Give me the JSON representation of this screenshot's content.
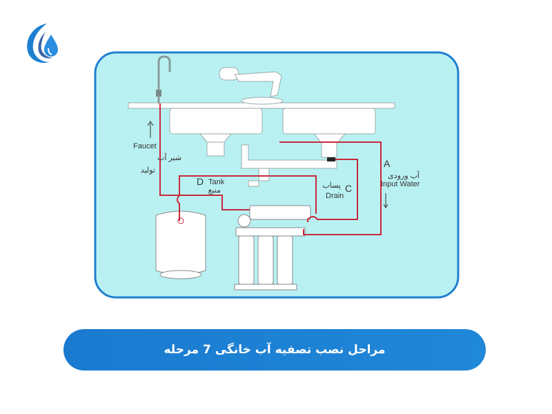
{
  "logo": {
    "icon": "water-drop-logo",
    "color": "#1e7fd0"
  },
  "diagram": {
    "colors": {
      "background": "#b9f1f2",
      "border": "#1e7fd0",
      "pipe": "#c8283a"
    },
    "labels": {
      "faucet_en": "Faucet",
      "faucet_fa_1": "شیر آب",
      "faucet_fa_2": "تولید",
      "a_letter": "A",
      "input_fa": "آب ورودی",
      "input_en": "Input Water",
      "c_letter": "C",
      "drain_fa": "پساب",
      "drain_en": "Drain",
      "d_letter": "D",
      "tank_en": "Tank",
      "tank_fa": "منبع"
    }
  },
  "banner": {
    "title": "مراحل نصب تصفیه آب خانگی 7 مرحله",
    "color": "#1e7fd0"
  }
}
